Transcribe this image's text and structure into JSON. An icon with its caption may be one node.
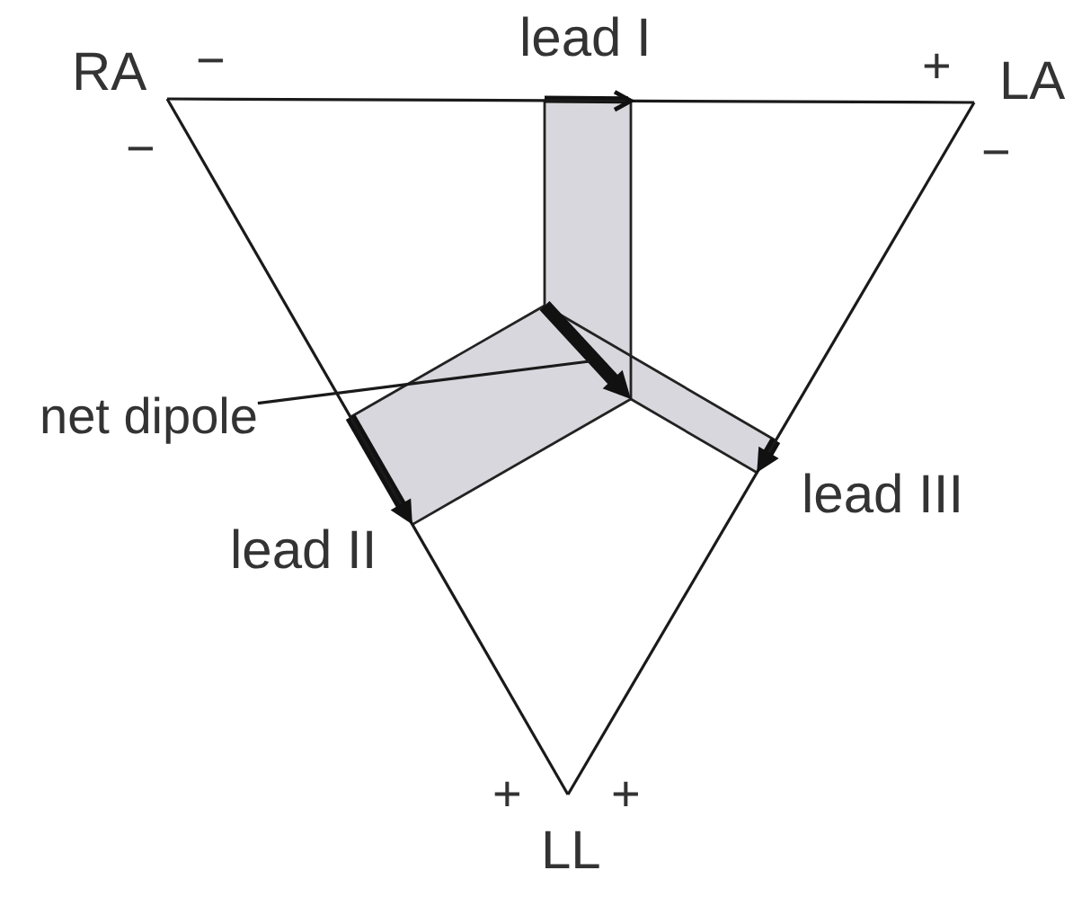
{
  "diagram": {
    "nodes": [
      {
        "text": [
          "RA"
        ],
        "beside": [
          "−",
          "−"
        ]
      },
      {
        "text": [
          "LA"
        ],
        "beside": [
          "+",
          "−"
        ]
      },
      {
        "text": [
          "net dipole"
        ]
      },
      {
        "text": [
          "LL"
        ],
        "beside": [
          "+",
          "+"
        ]
      }
    ],
    "edges": [
      {
        "from": 0,
        "to": 1,
        "arrow": "to",
        "label": "lead I"
      },
      {
        "from": 0,
        "to": 3,
        "arrow": "to",
        "label": "lead II"
      },
      {
        "from": 1,
        "to": 3,
        "arrow": "to",
        "label": "lead III"
      },
      {
        "from": 2,
        "to": null,
        "arrow": "none"
      }
    ]
  }
}
